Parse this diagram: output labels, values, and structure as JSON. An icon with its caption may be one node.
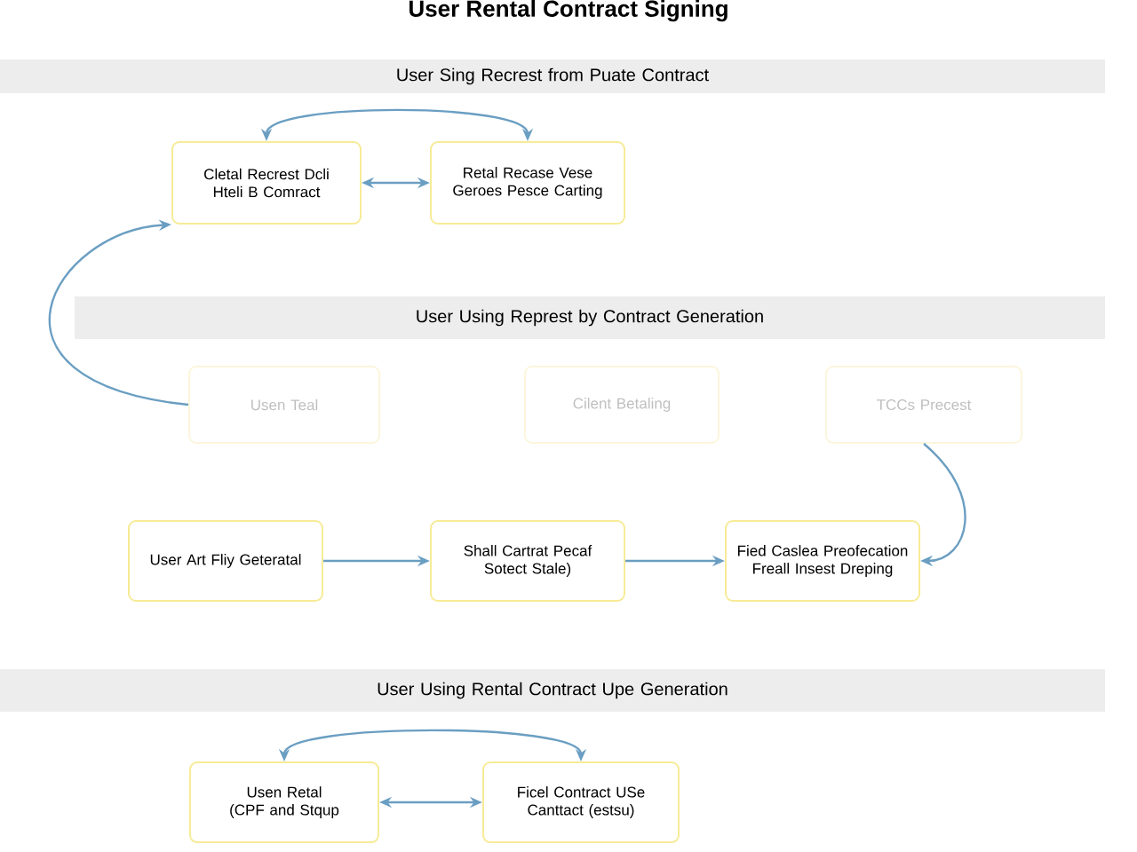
{
  "diagram": {
    "title": "User Rental Contract Signing",
    "nodes": [
      {
        "text": [
          "User Sing Recrest from Puate Contract"
        ]
      },
      {
        "text": [
          "Cletal Recrest Dcli Hteli B Comract"
        ]
      },
      {
        "text": [
          "Retal Recase Vese Geroes Pesce Carting"
        ]
      },
      {
        "text": [
          "User Using Represt by Contract Generation"
        ]
      },
      {
        "text": [
          "Usen Teal"
        ]
      },
      {
        "text": [
          "Cilent Betaling"
        ]
      },
      {
        "text": [
          "TCCs Precest"
        ]
      },
      {
        "text": [
          "User Art Fliy Geteratal"
        ]
      },
      {
        "text": [
          "Shall Cartrat Pecaf Sotect Stale)"
        ]
      },
      {
        "text": [
          "Fied Caslea Preofecation Freall Insest Dreping"
        ]
      },
      {
        "text": [
          "User Using Rental Contract Upe Generation"
        ]
      },
      {
        "text": [
          "Usen Retal (CPF and Stqup"
        ]
      },
      {
        "text": [
          "Ficel Contract USe Canttact (estsu)"
        ]
      }
    ],
    "edges": [
      {
        "from": 4,
        "to": 1,
        "arrow": "to"
      },
      {
        "from": 1,
        "to": 2,
        "arrow": "both"
      },
      {
        "from": 1,
        "to": 2,
        "arrow": "both"
      },
      {
        "from": 7,
        "to": 8,
        "arrow": "to"
      },
      {
        "from": 8,
        "to": 9,
        "arrow": "to"
      },
      {
        "from": 6,
        "to": 9,
        "arrow": "to"
      },
      {
        "from": 11,
        "to": 12,
        "arrow": "both"
      },
      {
        "from": 11,
        "to": 12,
        "arrow": "both"
      }
    ]
  }
}
